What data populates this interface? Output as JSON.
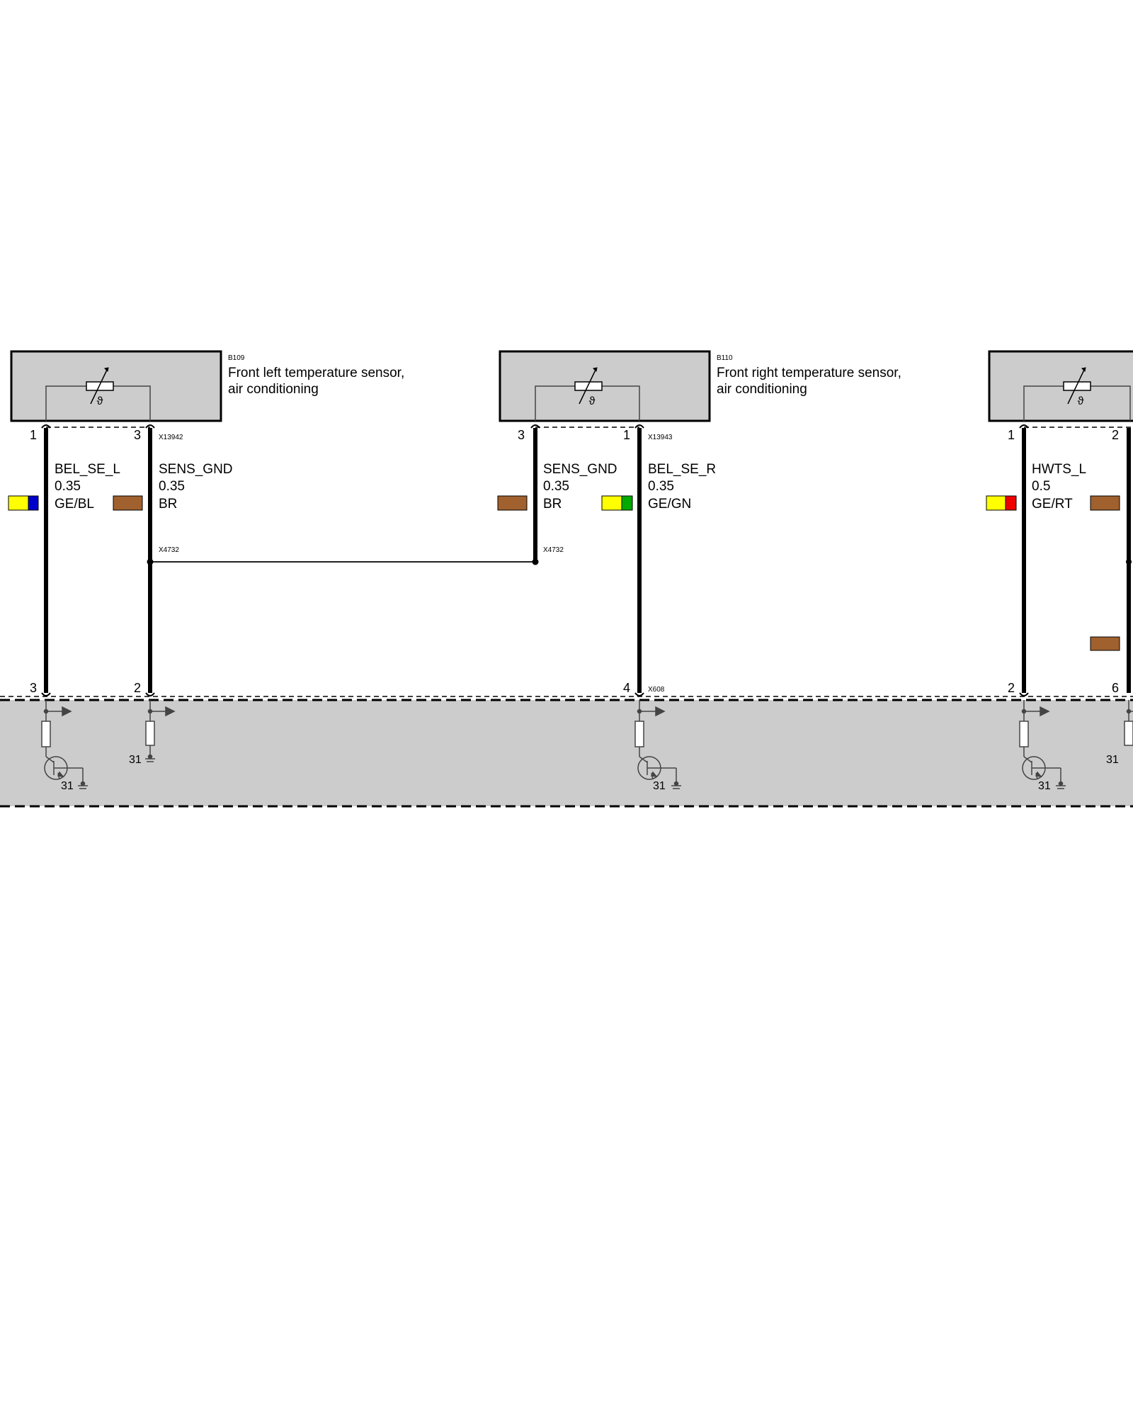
{
  "components": [
    {
      "ref": "B109",
      "name_line1": "Front left temperature sensor,",
      "name_line2": "air conditioning",
      "connector": "X13942"
    },
    {
      "ref": "B110",
      "name_line1": "Front right temperature sensor,",
      "name_line2": "air conditioning",
      "connector": "X13943"
    }
  ],
  "thermistor_symbol": "ϑ",
  "wires": [
    {
      "signal": "BEL_SE_L",
      "size": "0.35",
      "color_code": "GE/BL",
      "sensor_pin": "1",
      "module_pin": "3",
      "swatch": [
        "#ffff00",
        "#0000cc"
      ]
    },
    {
      "signal": "SENS_GND",
      "size": "0.35",
      "color_code": "BR",
      "sensor_pin": "3",
      "module_pin": "2",
      "swatch": [
        "#a0612e"
      ]
    },
    {
      "signal": "SENS_GND",
      "size": "0.35",
      "color_code": "BR",
      "sensor_pin": "3",
      "swatch": [
        "#a0612e"
      ]
    },
    {
      "signal": "BEL_SE_R",
      "size": "0.35",
      "color_code": "GE/GN",
      "sensor_pin": "1",
      "module_pin": "4",
      "swatch": [
        "#ffff00",
        "#00aa00"
      ]
    },
    {
      "signal": "HWTS_L",
      "size": "0.5",
      "color_code": "GE/RT",
      "sensor_pin": "1",
      "module_pin": "2",
      "swatch": [
        "#ffff00",
        "#ee0000"
      ]
    },
    {
      "sensor_pin": "2",
      "module_pin": "6",
      "swatch": [
        "#a0612e"
      ]
    }
  ],
  "splice": {
    "left_label": "X4732",
    "right_label": "X4732"
  },
  "module_connector": "X608",
  "ground_label": "31",
  "colors": {
    "box_fill": "#cccccc",
    "module_fill": "#cccccc",
    "brown": "#a0612e"
  }
}
